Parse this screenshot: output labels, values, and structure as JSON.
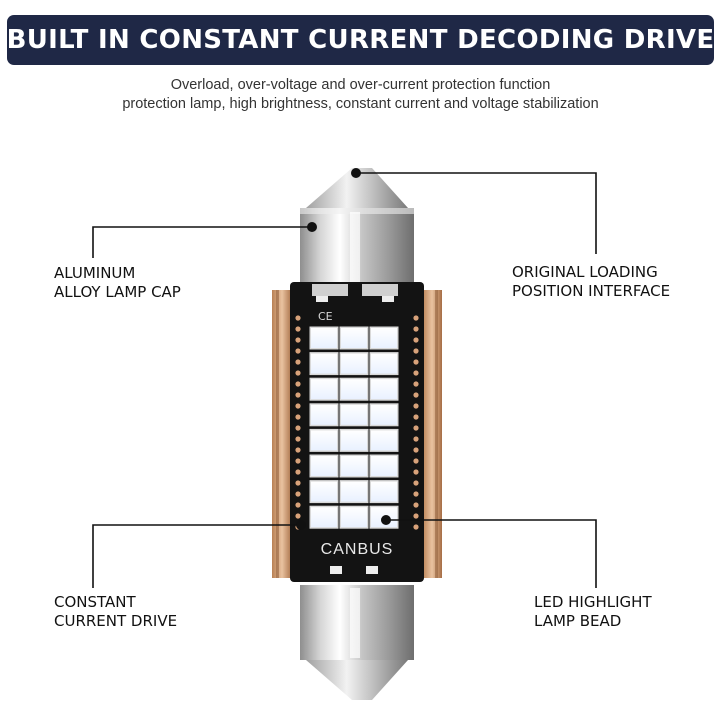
{
  "banner": {
    "title": "BUILT IN CONSTANT CURRENT DECODING DRIVE",
    "bg_color": "#1f2846"
  },
  "subtitle": {
    "line1": "Overload, over-voltage and over-current protection function",
    "line2": "protection lamp, high brightness, constant current and voltage stabilization"
  },
  "callouts": {
    "aluminum_cap": {
      "line1": "ALUMINUM",
      "line2": "ALLOY LAMP CAP"
    },
    "loading_interface": {
      "line1": "ORIGINAL LOADING",
      "line2": "POSITION INTERFACE"
    },
    "constant_drive": {
      "line1": "CONSTANT",
      "line2": "CURRENT DRIVE"
    },
    "led_bead": {
      "line1": "LED HIGHLIGHT",
      "line2": "LAMP BEAD"
    }
  },
  "board": {
    "canbus_text": "CANBUS",
    "ce_mark": "CE",
    "led_rows": 8,
    "led_cols": 3
  }
}
